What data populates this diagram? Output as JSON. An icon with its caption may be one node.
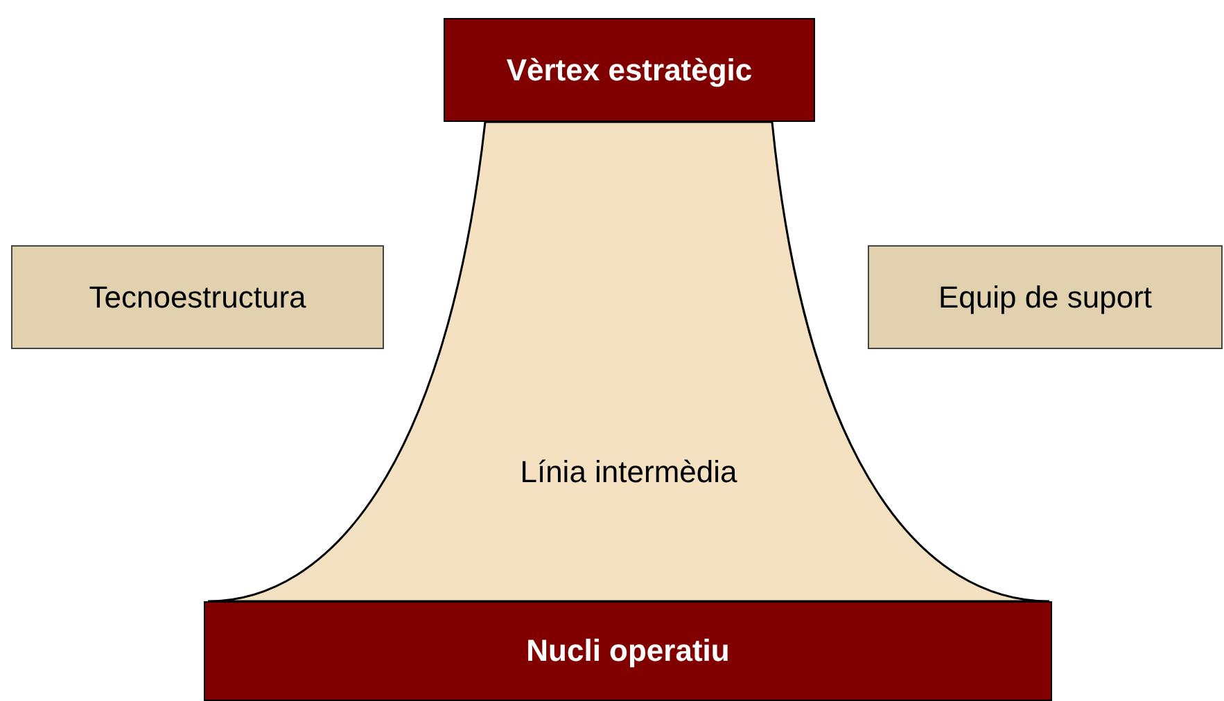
{
  "diagram": {
    "nodes": [
      {
        "text": [
          "Vèrtex estratègic"
        ]
      },
      {
        "text": [
          "Tecnoestructura"
        ]
      },
      {
        "text": [
          "Equip de suport"
        ]
      },
      {
        "text": [
          "Línia intermèdia"
        ]
      },
      {
        "text": [
          "Nucli operatiu"
        ]
      }
    ]
  }
}
